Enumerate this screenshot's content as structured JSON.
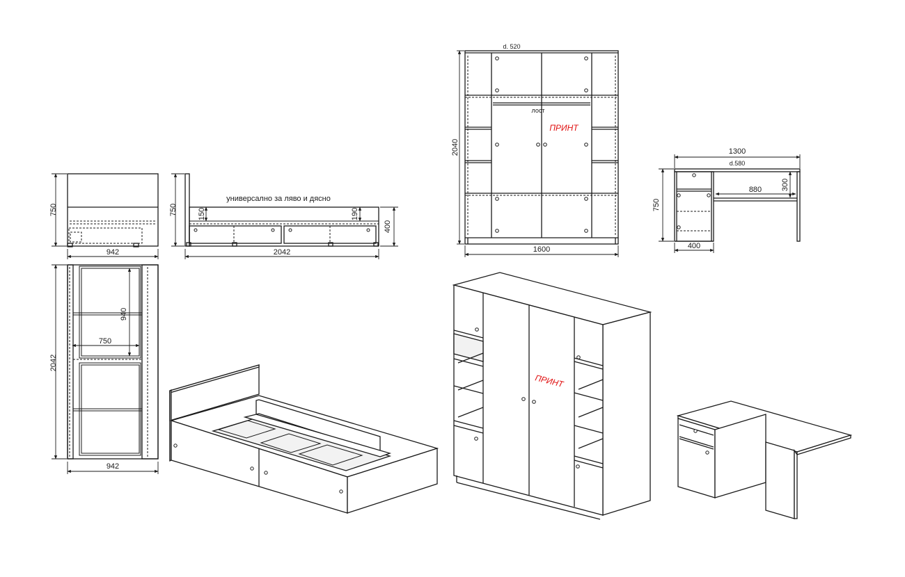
{
  "bed_front": {
    "width": "942",
    "height": "750"
  },
  "bed_side": {
    "length": "2042",
    "height_head": "750",
    "height_foot": "400",
    "dim_150": "150",
    "dim_190": "190",
    "note": "универсално за ляво и дясно"
  },
  "bed_top": {
    "length": "2042",
    "width": "942",
    "inner_h": "940",
    "inner_w": "750"
  },
  "wardrobe_front": {
    "height": "2040",
    "width": "1600",
    "depth": "d. 520",
    "rod_label": "лост",
    "print_label": "ПРИНТ"
  },
  "desk_front": {
    "width": "1300",
    "depth": "d.580",
    "height": "750",
    "leg_w": "400",
    "span": "880",
    "drawer_h": "300"
  },
  "wardrobe_iso": {
    "print_label": "ПРИНТ"
  },
  "colors": {
    "line": "#1a1a1a",
    "print": "#e01010"
  }
}
